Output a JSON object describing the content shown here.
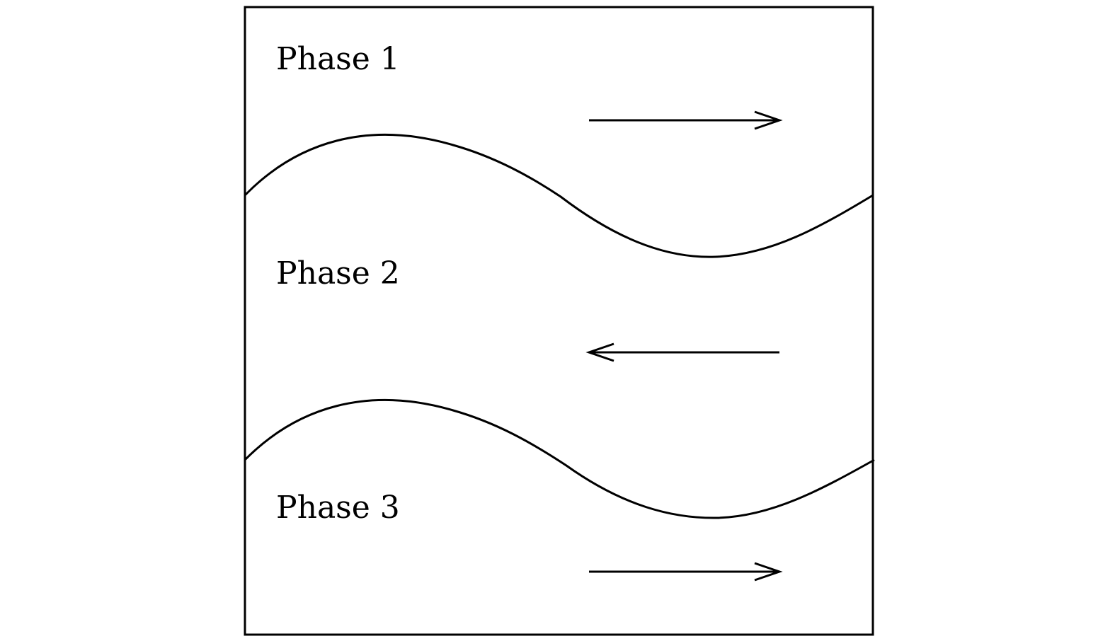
{
  "phases": [
    {
      "label": "Phase 1",
      "flow_direction": "right"
    },
    {
      "label": "Phase 2",
      "flow_direction": "left"
    },
    {
      "label": "Phase 3",
      "flow_direction": "right"
    }
  ],
  "colors": {
    "stroke": "#000000",
    "background": "#ffffff"
  }
}
